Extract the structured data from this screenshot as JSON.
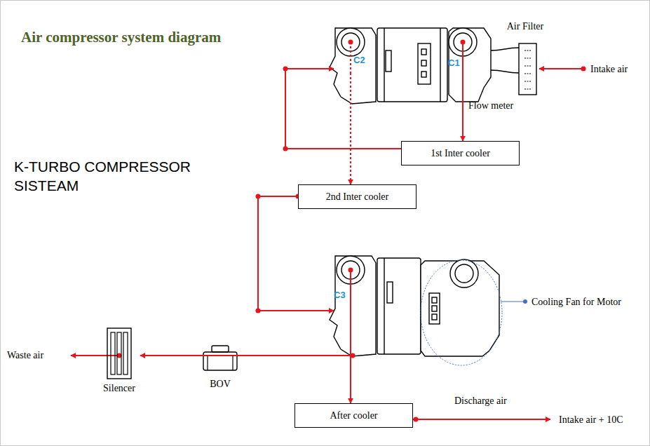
{
  "diagram": {
    "title": "Air compressor system diagram",
    "nodes": [
      {
        "text": [
          "C2"
        ]
      },
      {
        "text": [
          "C1"
        ]
      },
      {
        "text": [
          "Air Filter"
        ]
      },
      {
        "text": [
          "1st Inter cooler"
        ]
      },
      {
        "text": [
          "2nd Inter cooler"
        ]
      },
      {
        "text": [
          "C3"
        ]
      },
      {
        "text": [
          "Silencer"
        ]
      },
      {
        "text": [
          "BOV"
        ]
      },
      {
        "text": [
          "After cooler"
        ]
      }
    ],
    "edges": [
      {
        "from": 1,
        "to": 3,
        "arrow": "to"
      },
      {
        "from": 3,
        "to": 0,
        "arrow": "to"
      },
      {
        "from": 0,
        "to": 4,
        "arrow": "to"
      },
      {
        "from": 4,
        "to": 5,
        "arrow": "to"
      },
      {
        "from": 5,
        "to": 8,
        "arrow": "to"
      },
      {
        "from": 5,
        "to": 7,
        "arrow": "none"
      },
      {
        "from": 7,
        "to": 6,
        "arrow": "to"
      }
    ],
    "labels": [
      "Intake air",
      "Flow meter",
      "K-TURBO COMPRESSOR SISTEAM",
      "Cooling Fan for Motor",
      "Waste air",
      "Discharge air",
      "Intake air + 10C"
    ]
  }
}
